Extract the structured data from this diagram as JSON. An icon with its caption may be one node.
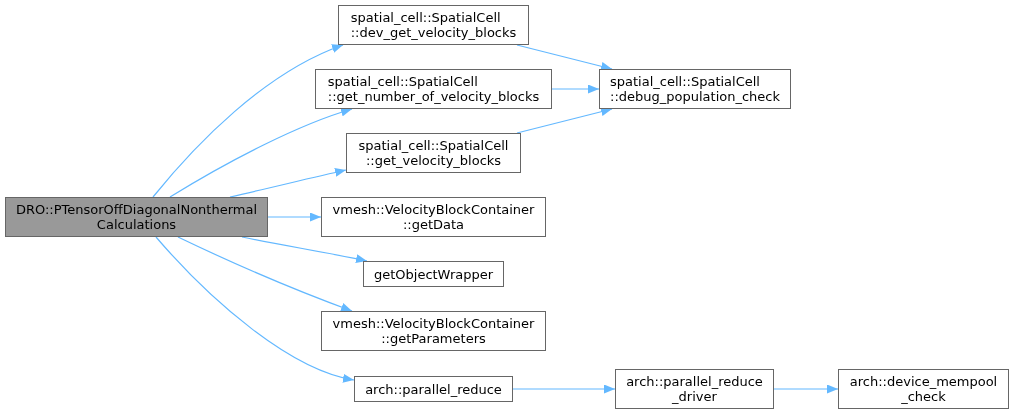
{
  "diagram": {
    "nodes": [
      {
        "text": [
          "DRO::PTensorOffDiagonalNonthermal Calculations"
        ]
      },
      {
        "text": [
          "spatial_cell::SpatialCell ::dev_get_velocity_blocks"
        ]
      },
      {
        "text": [
          "spatial_cell::SpatialCell ::get_number_of_velocity_blocks"
        ]
      },
      {
        "text": [
          "spatial_cell::SpatialCell ::get_velocity_blocks"
        ]
      },
      {
        "text": [
          "vmesh::VelocityBlockContainer ::getData"
        ]
      },
      {
        "text": [
          "getObjectWrapper"
        ]
      },
      {
        "text": [
          "vmesh::VelocityBlockContainer ::getParameters"
        ]
      },
      {
        "text": [
          "arch::parallel_reduce"
        ]
      },
      {
        "text": [
          "spatial_cell::SpatialCell ::debug_population_check"
        ]
      },
      {
        "text": [
          "arch::parallel_reduce _driver"
        ]
      },
      {
        "text": [
          "arch::device_mempool _check"
        ]
      }
    ],
    "edges": [
      {
        "from": 0,
        "to": 1,
        "arrow": "to"
      },
      {
        "from": 0,
        "to": 2,
        "arrow": "to"
      },
      {
        "from": 0,
        "to": 3,
        "arrow": "to"
      },
      {
        "from": 0,
        "to": 4,
        "arrow": "to"
      },
      {
        "from": 0,
        "to": 5,
        "arrow": "to"
      },
      {
        "from": 0,
        "to": 6,
        "arrow": "to"
      },
      {
        "from": 0,
        "to": 7,
        "arrow": "to"
      },
      {
        "from": 1,
        "to": 8,
        "arrow": "to"
      },
      {
        "from": 2,
        "to": 8,
        "arrow": "to"
      },
      {
        "from": 3,
        "to": 8,
        "arrow": "to"
      },
      {
        "from": 7,
        "to": 9,
        "arrow": "to"
      },
      {
        "from": 9,
        "to": 10,
        "arrow": "to"
      }
    ]
  }
}
